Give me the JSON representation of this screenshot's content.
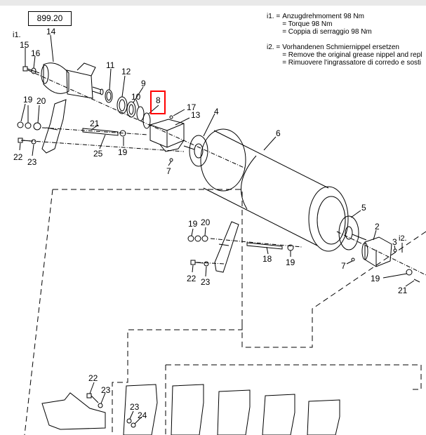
{
  "page_number": "899.20",
  "marker_i1": "i1.",
  "notes": [
    {
      "marker": "i1. =",
      "lines": [
        "Anzugdrehmoment 98 Nm",
        "= Torque 98 Nm",
        "= Coppia di serraggio 98 Nm"
      ]
    },
    {
      "marker": "i2. =",
      "lines": [
        "Vorhandenen Schmiernippel ersetzen",
        "= Remove the original grease nippel and repl",
        "= Rimuovere l'ingrassatore di corredo e sosti"
      ]
    }
  ],
  "highlighted_part": "8",
  "labels": {
    "p14": "14",
    "p15": "15",
    "p16": "16",
    "p11": "11",
    "p12": "12",
    "p9": "9",
    "p10": "10",
    "p8": "8",
    "p17": "17",
    "p13": "13",
    "p4": "4",
    "p6": "6",
    "p19a": "19",
    "p20a": "20",
    "p21a": "21",
    "p25": "25",
    "p19b": "19",
    "p22a": "22",
    "p23a": "23",
    "p7a": "7",
    "p5": "5",
    "p2": "2",
    "p3": "3",
    "i2": "i2.",
    "p7b": "7",
    "p19c": "19",
    "p21b": "21",
    "p19d": "19",
    "p20b": "20",
    "p18": "18",
    "p19e": "19",
    "p22b": "22",
    "p23b": "23",
    "p22c": "22",
    "p23c": "23",
    "p23d": "23",
    "p24": "24"
  },
  "colors": {
    "highlight": "#ff0000",
    "line": "#000000",
    "topbar": "#e9e9e9"
  }
}
